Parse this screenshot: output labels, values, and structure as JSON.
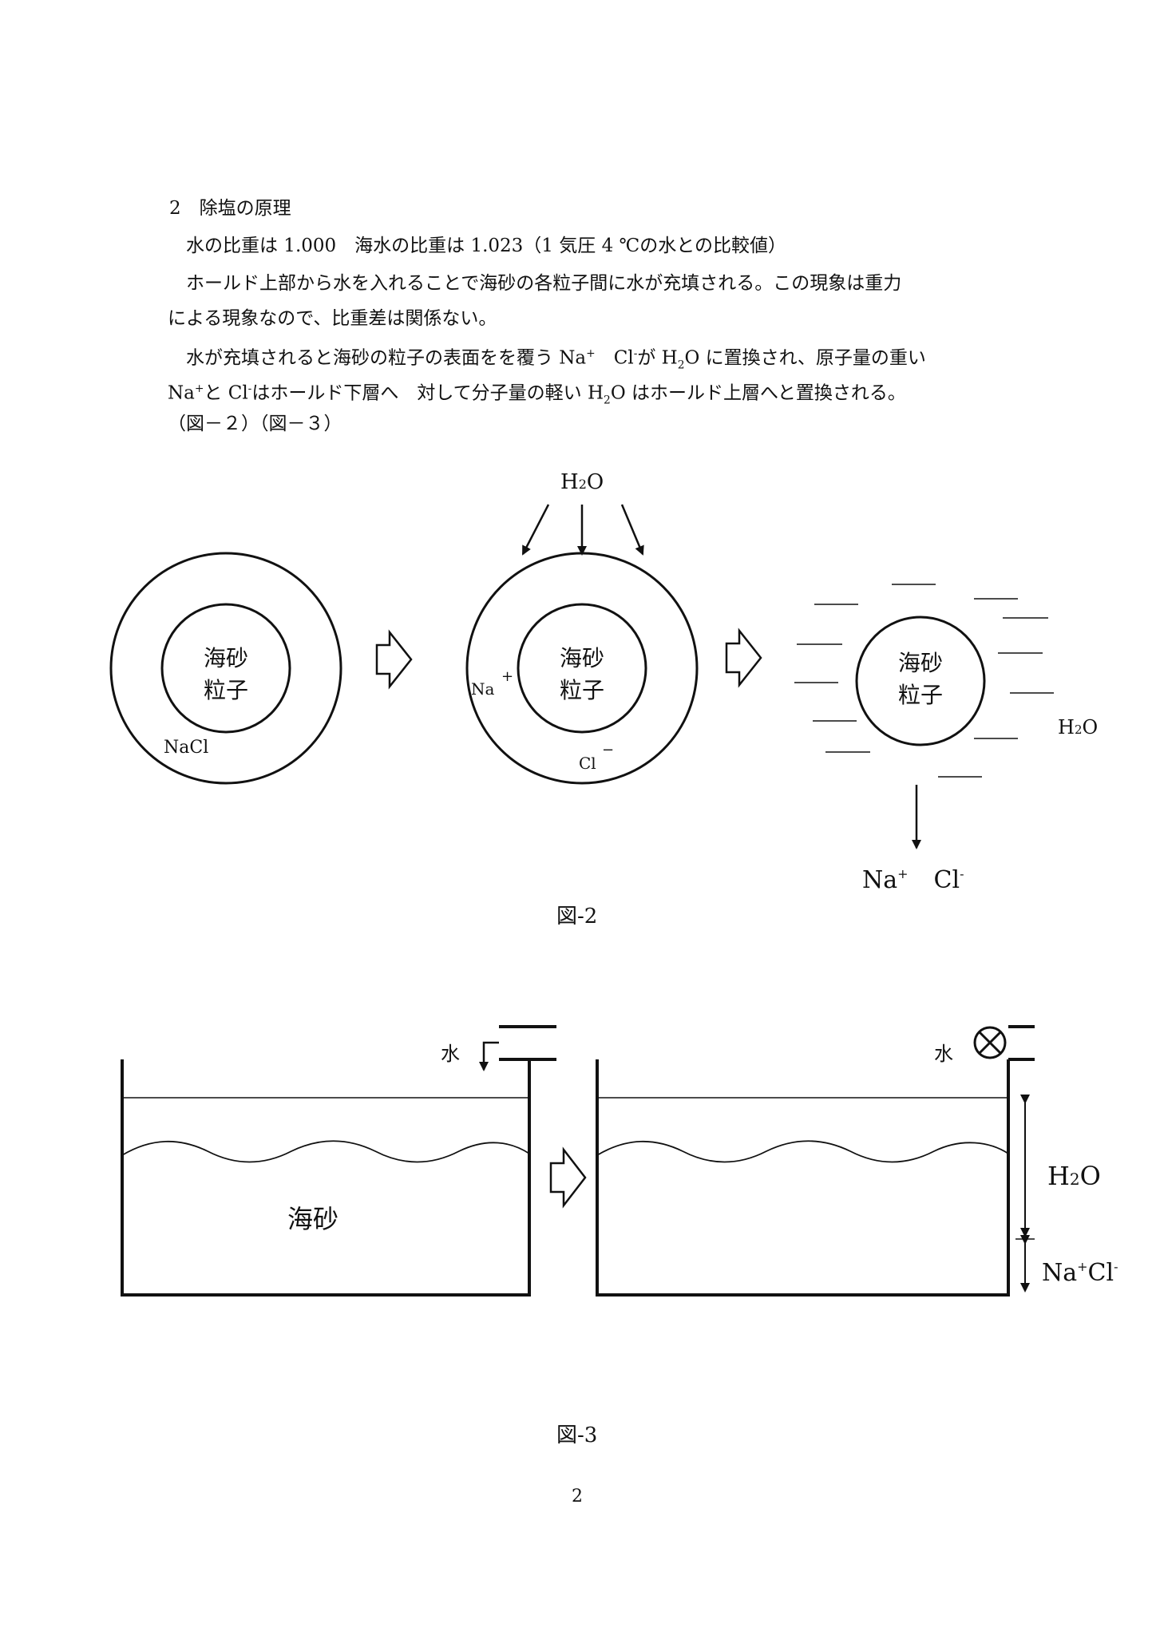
{
  "section": {
    "number": "2",
    "title": "除塩の原理"
  },
  "paragraphs": {
    "p1": "水の比重は 1.000　海水の比重は 1.023（1 気圧 4 ℃の水との比較値）",
    "p2a": "ホールド上部から水を入れることで海砂の各粒子間に水が充填される。この現象は重力",
    "p2b": "による現象なので、比重差は関係ない。",
    "p3a_1": "水が充填されると海砂の粒子の表面をを覆う Na",
    "p3a_2": "Cl",
    "p3a_3": "が H",
    "p3a_4": "O に置換され、原子量の重い",
    "p3b_1": "Na",
    "p3b_2": "と Cl",
    "p3b_3": "はホールド下層へ　対して分子量の軽い H",
    "p3b_4": "O はホールド上層へと置換される。",
    "p3c": "（図－２）（図－３）"
  },
  "symbols": {
    "plus": "+",
    "minus": "-",
    "sub2": "2"
  },
  "figure2": {
    "caption": "図-2",
    "particle_line1": "海砂",
    "particle_line2": "粒子",
    "nacl": "NaCl",
    "na": "Na",
    "plus": "+",
    "cl": "Cl",
    "minus": "−",
    "h2o_h": "H",
    "h2o_2": "2",
    "h2o_o": "O",
    "out_na": "Na",
    "out_plus": "+",
    "out_cl": "Cl",
    "out_minus": "-"
  },
  "figure3": {
    "caption": "図-3",
    "water": "水",
    "sand": "海砂",
    "h2o_h": "H",
    "h2o_2": "2",
    "h2o_o": "O",
    "na": "Na",
    "plus": "+",
    "cl": "Cl",
    "minus": "-"
  },
  "page_number": "2"
}
